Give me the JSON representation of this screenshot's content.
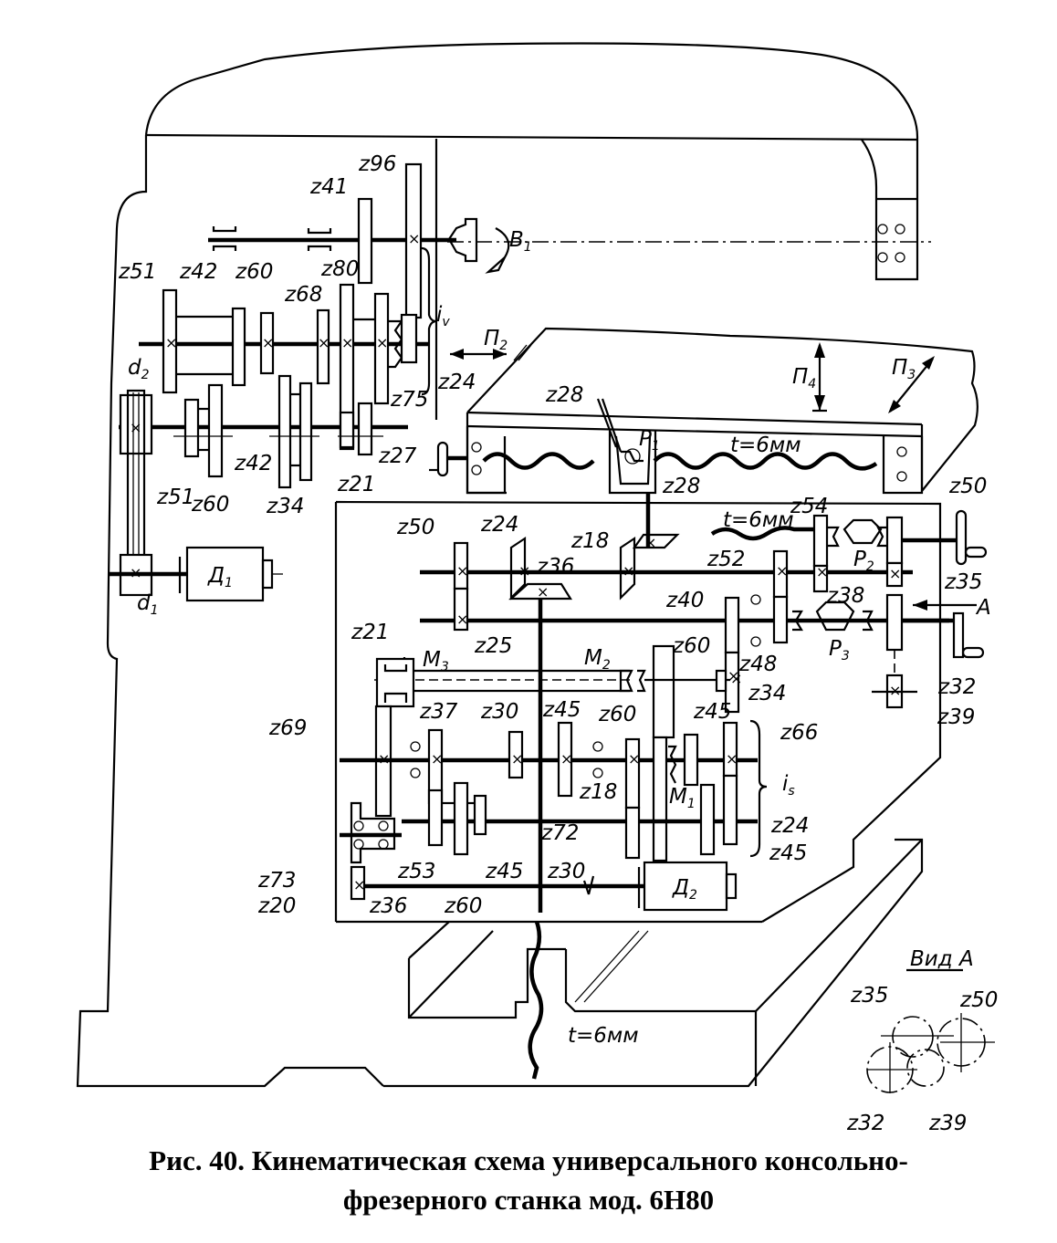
{
  "figure": {
    "caption_line1": "Рис. 40. Кинематическая схема универсального консольно-",
    "caption_line2": "фрезерного станка мод. 6Н80"
  },
  "motors": {
    "d1": "Д",
    "d1_sub": "1",
    "d2": "Д",
    "d2_sub": "2"
  },
  "pulleys": {
    "d1": "d",
    "d1_sub": "1",
    "d2": "d",
    "d2_sub": "2"
  },
  "motions": {
    "b1": "B",
    "b1_sub": "1",
    "p2": "П",
    "p2_sub": "2",
    "p3": "П",
    "p3_sub": "3",
    "p4": "П",
    "p4_sub": "4"
  },
  "ratios": {
    "iv": "i",
    "iv_sub": "v",
    "is": "i",
    "is_sub": "s"
  },
  "clutches": {
    "m1": "M",
    "m1_sub": "1",
    "m2": "M",
    "m2_sub": "2",
    "m3": "M",
    "m3_sub": "3"
  },
  "couplings": {
    "p1": "P",
    "p1_sub": "1",
    "p2": "P",
    "p2_sub": "2",
    "p3": "P",
    "p3_sub": "3"
  },
  "screw_pitch": {
    "table": "t=6мм",
    "cross": "t=6мм",
    "vertical": "t=6мм"
  },
  "view_marker": "A",
  "view_a": {
    "title": "Вид А",
    "gears": [
      "z35",
      "z50",
      "z32",
      "z39"
    ]
  },
  "spindle_gears": {
    "upper_shaft": [
      "z41",
      "z96"
    ],
    "middle_shaft": [
      "z51",
      "z42",
      "z60",
      "z68",
      "z80",
      "z75",
      "z24"
    ],
    "lower_shaft": [
      "z51",
      "z60",
      "z42",
      "z34",
      "z21",
      "z27"
    ]
  },
  "table_gears": [
    "z28",
    "z28"
  ],
  "feed_gears": {
    "console_upper": [
      "z50",
      "z25",
      "z24",
      "z36",
      "z18",
      "z52",
      "z48",
      "z40",
      "z54",
      "z38",
      "z50",
      "z35",
      "z32",
      "z39"
    ],
    "box": [
      "z21",
      "z69",
      "z37",
      "z30",
      "z45",
      "z60",
      "z45",
      "z60",
      "z34",
      "z18",
      "z66",
      "z24",
      "z45",
      "z72",
      "z30",
      "z53",
      "z60",
      "z45",
      "z73",
      "z20",
      "z36"
    ]
  }
}
